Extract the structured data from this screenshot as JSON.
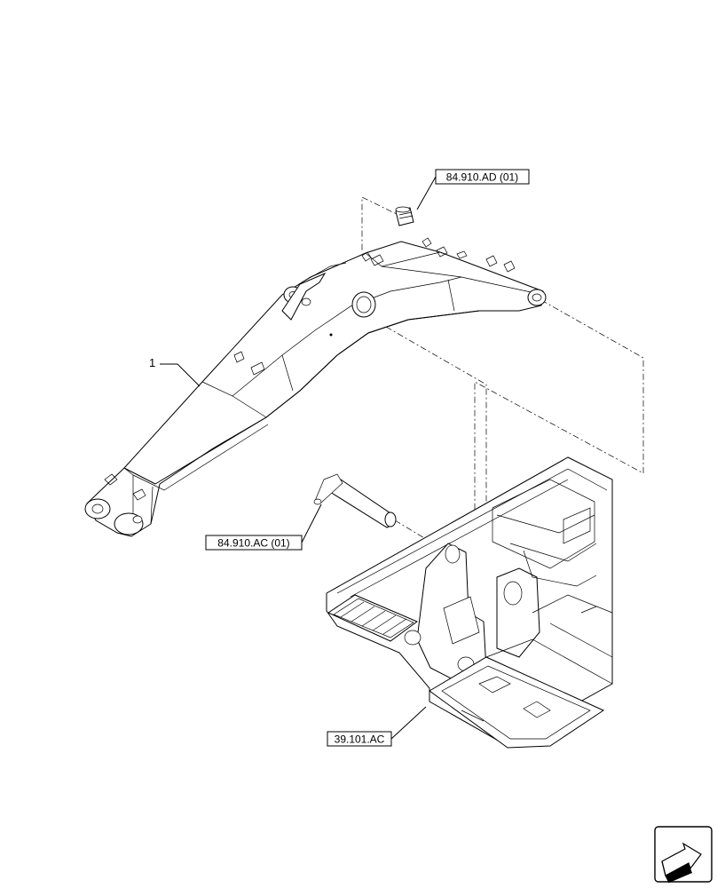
{
  "callouts": {
    "item_number": "1",
    "ref_top": "84.910.AD (01)",
    "ref_pin": "84.910.AC (01)",
    "ref_frame": "39.101.AC"
  },
  "icons": {
    "nav_arrow": "arrow-icon"
  }
}
